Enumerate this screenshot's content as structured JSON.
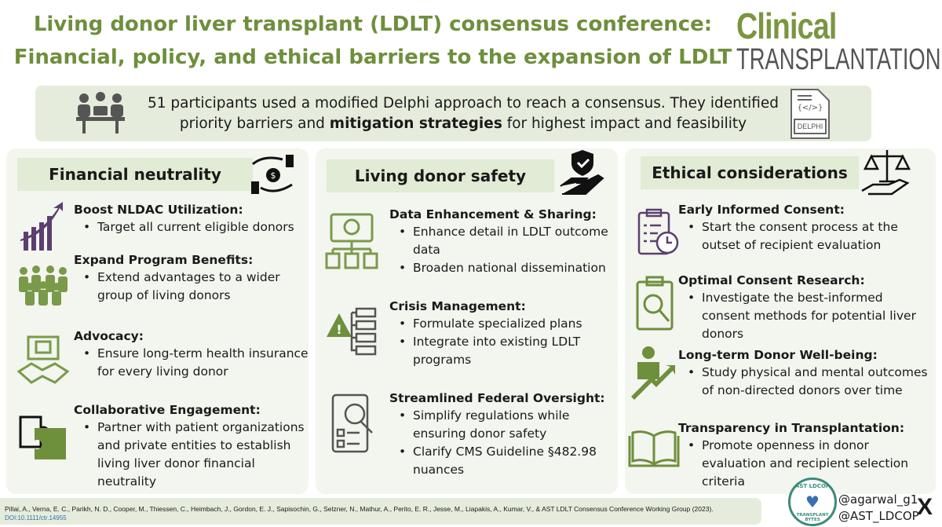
{
  "header": {
    "title_line1": "Living donor liver transplant (LDLT) consensus conference:",
    "title_line2": "Financial, policy, and ethical barriers to the expansion of LDLT"
  },
  "logo": {
    "line1": "Clinical",
    "line2": "TRANSPLANTATION"
  },
  "banner": {
    "text_part1": "51 participants used a modified Delphi approach to reach a consensus. They identified priority barriers and ",
    "text_bold": "mitigation strategies",
    "text_part2": " for highest impact and feasibility",
    "delphi_label": "DELPHI",
    "delphi_code": "{</>}"
  },
  "colors": {
    "green": "#6e8f3c",
    "purple": "#5b3f6e",
    "panel": "#f3f5ef",
    "header_bg": "#e2ebd5"
  },
  "panels": [
    {
      "title": "Financial neutrality",
      "items": [
        {
          "heading": "Boost NLDAC Utilization:",
          "bullets": [
            "Target all current eligible donors"
          ]
        },
        {
          "heading": "Expand Program Benefits:",
          "bullets": [
            "Extend advantages to a wider group of living donors"
          ]
        },
        {
          "heading": "Advocacy:",
          "bullets": [
            "Ensure long-term health insurance for every living donor"
          ]
        },
        {
          "heading": "Collaborative Engagement:",
          "bullets": [
            "Partner with patient organizations and private entities to establish living liver donor financial neutrality"
          ]
        }
      ]
    },
    {
      "title": "Living donor safety",
      "items": [
        {
          "heading": "Data Enhancement & Sharing:",
          "bullets": [
            "Enhance detail in LDLT outcome data",
            "Broaden national dissemination"
          ]
        },
        {
          "heading": "Crisis Management:",
          "bullets": [
            "Formulate specialized plans",
            "Integrate into existing LDLT programs"
          ]
        },
        {
          "heading": "Streamlined Federal Oversight:",
          "bullets": [
            "Simplify regulations while ensuring donor safety",
            "Clarify CMS Guideline §482.98 nuances"
          ]
        }
      ]
    },
    {
      "title": "Ethical considerations",
      "items": [
        {
          "heading": "Early Informed Consent:",
          "bullets": [
            "Start the consent process at the outset of recipient evaluation"
          ]
        },
        {
          "heading": "Optimal Consent Research:",
          "bullets": [
            "Investigate the best-informed consent methods for potential liver donors"
          ]
        },
        {
          "heading": "Long-term Donor Well-being:",
          "bullets": [
            "Study physical and mental outcomes of non-directed donors over time"
          ]
        },
        {
          "heading": "Transparency in Transplantation:",
          "bullets": [
            "Promote openness in donor evaluation and recipient selection criteria"
          ]
        }
      ]
    }
  ],
  "footer": {
    "citation": "Pillai, A., Verna, E. C., Parikh, N. D., Cooper, M., Thiessen, C., Heimbach, J., Gordon, E. J., Sapisochin, G., Selzner, N., Mathur, A., Perito, E. R., Jesse, M., Liapakis, A., Kumar, V., & AST LDLT Consensus Conference Working Group (2023).",
    "doi": "DOI:10.1111/ctr.14955",
    "badge_top": "AST LDCOP",
    "badge_bottom": "TRANSPLANT BYTES",
    "handle1": "@agarwal_g1",
    "handle2": "@AST_LDCOP",
    "x_logo": "X"
  }
}
